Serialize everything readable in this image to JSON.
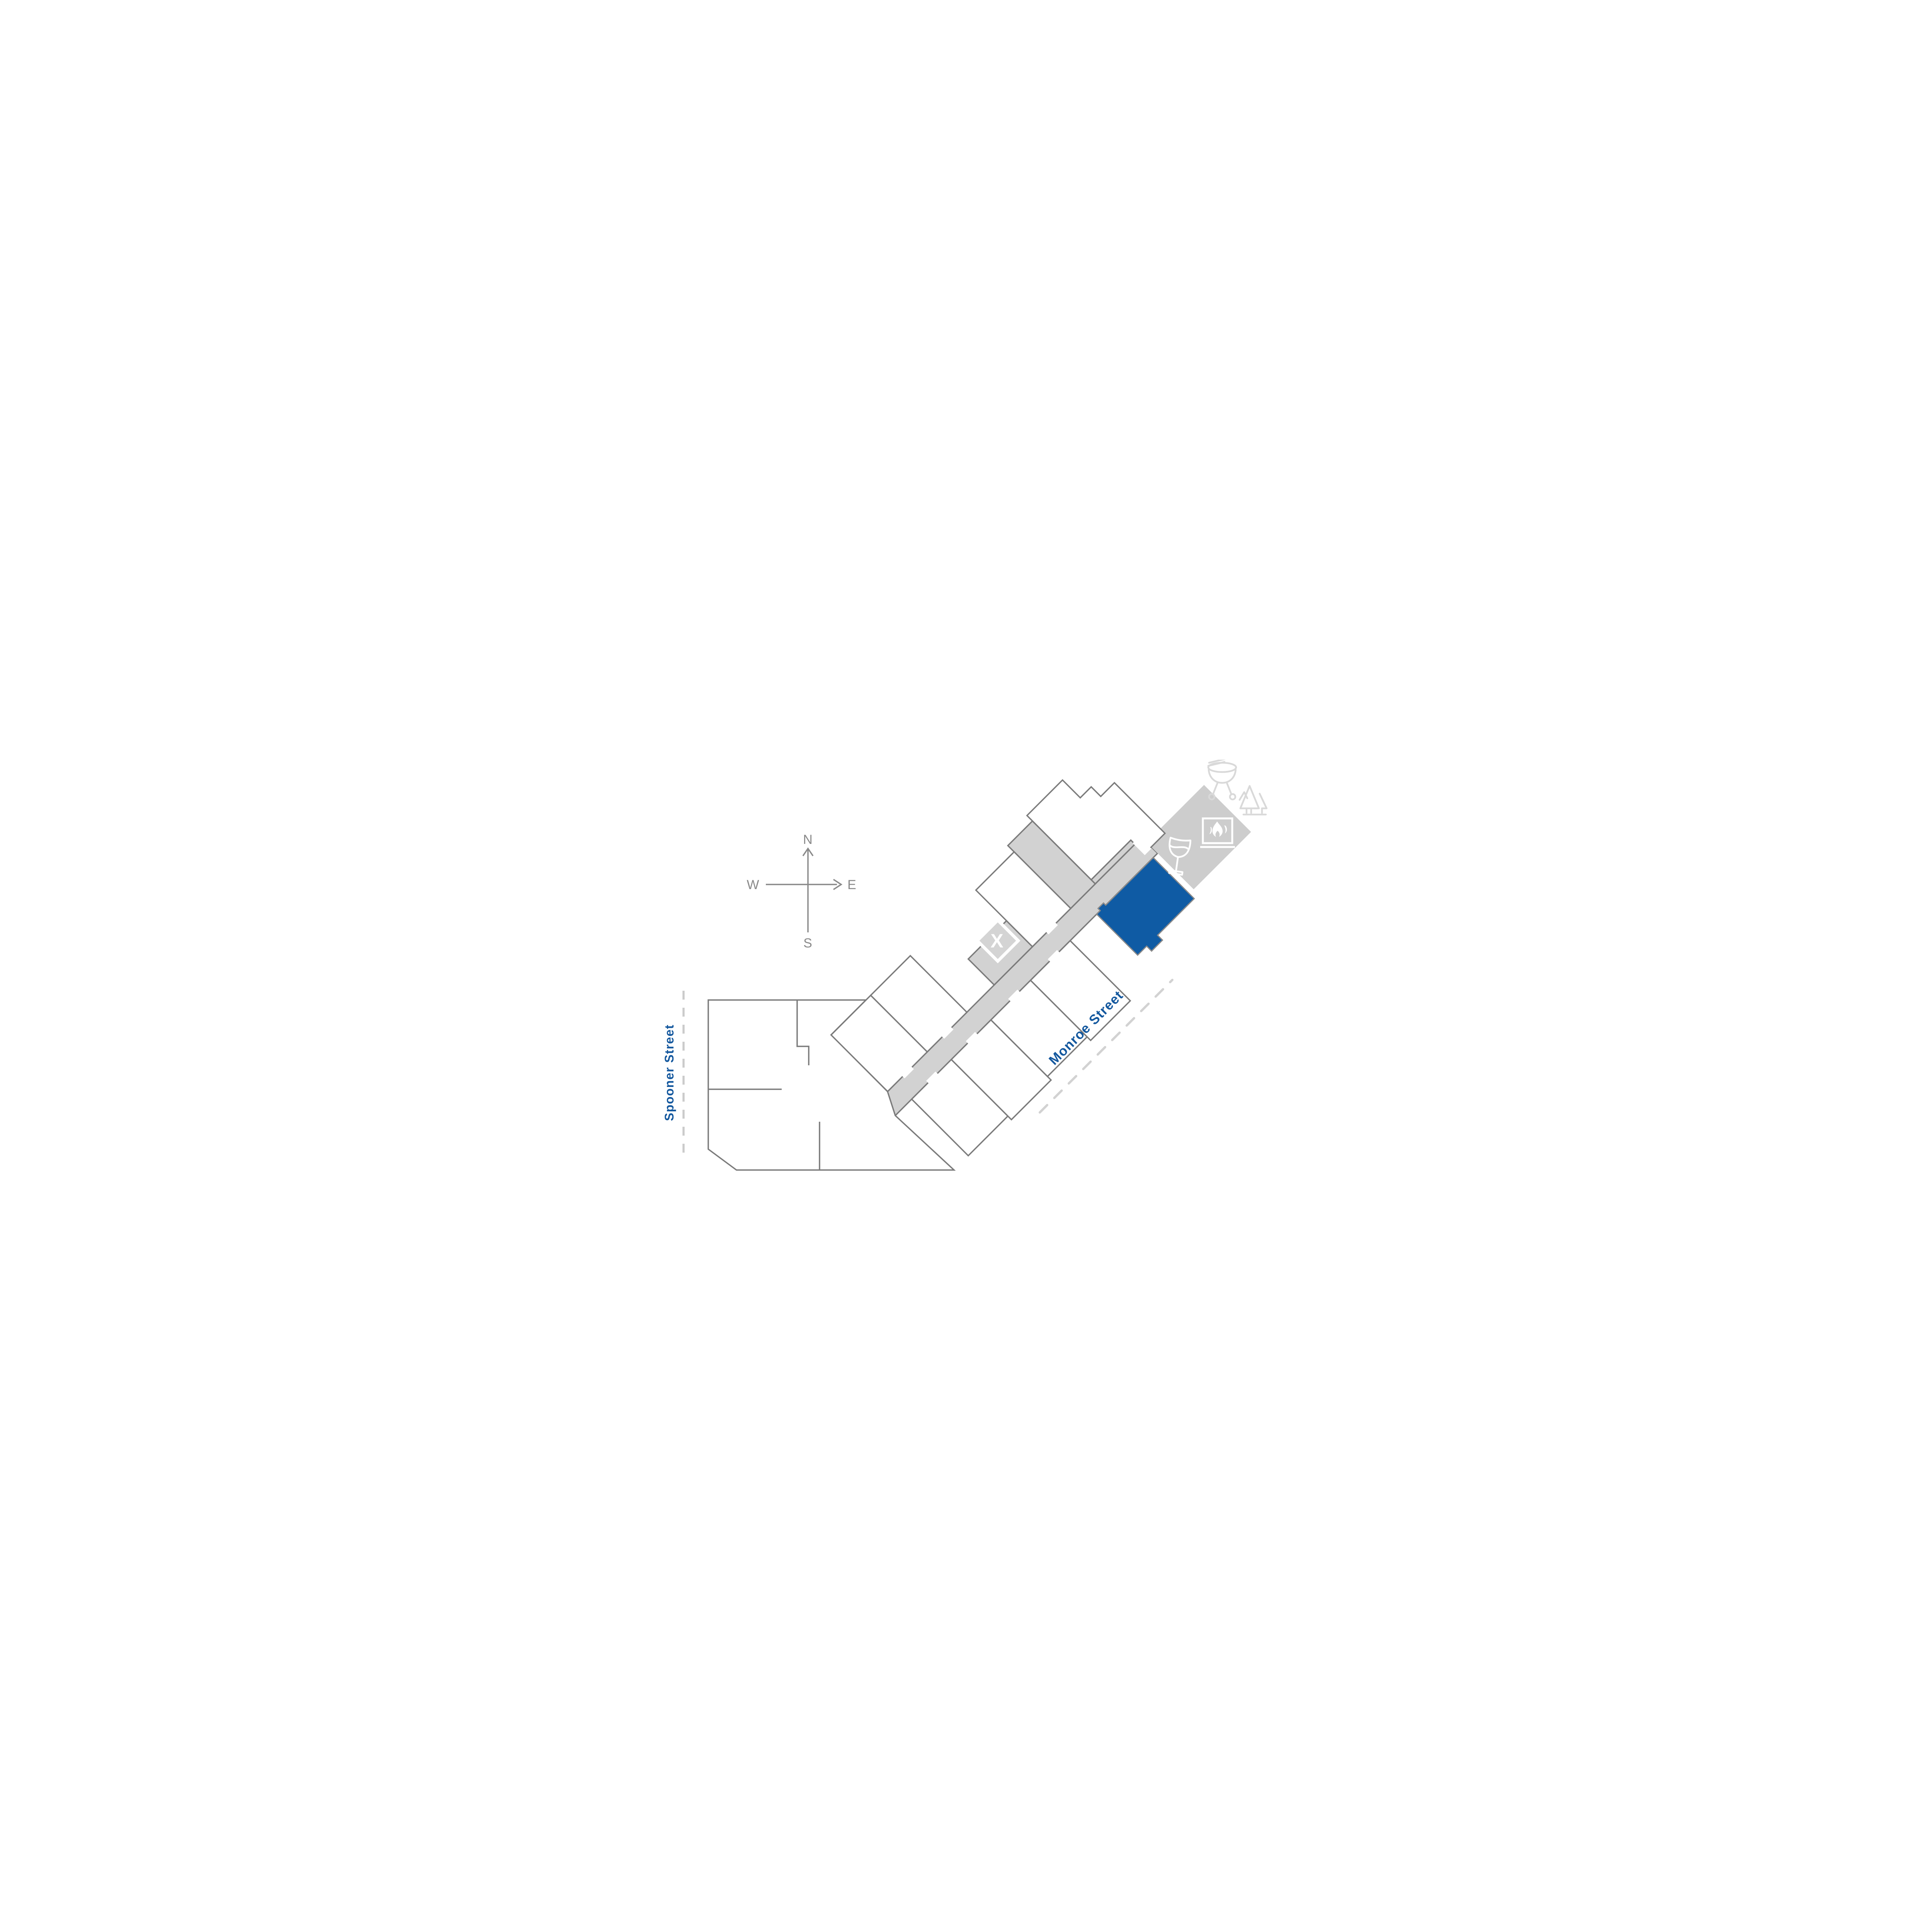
{
  "map": {
    "compass": {
      "north": "N",
      "east": "E",
      "south": "S",
      "west": "W"
    },
    "streets": {
      "spooner": {
        "label": "Spooner Street"
      },
      "monroe": {
        "label": "Monroe Street"
      }
    },
    "stair_marker": {
      "label": "X"
    },
    "highlighted_unit": {
      "status": "selected"
    },
    "amenity_icons": [
      "bbq-grill-icon",
      "pine-trees-icon",
      "outdoor-fireplace-icon",
      "wine-glass-icon"
    ],
    "colors": {
      "highlight_blue": "#0f5ba4",
      "corridor_gray": "#d2d2d2",
      "patio_gray": "#cdcdcd",
      "wall_gray": "#7b7b7b",
      "street_label_blue": "#14589e",
      "compass_gray": "#8a8a8a",
      "icon_light_gray": "#d9d9d9"
    }
  }
}
